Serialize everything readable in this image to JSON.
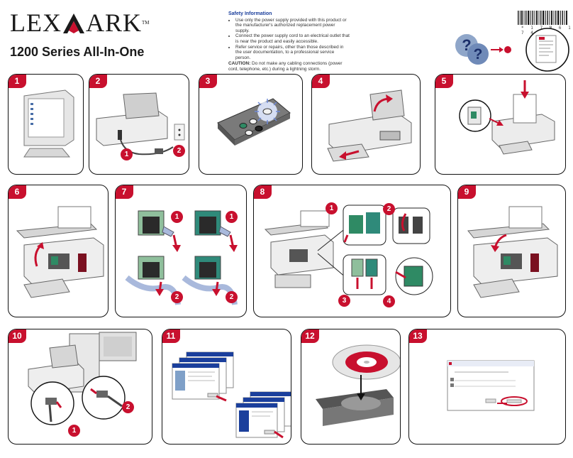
{
  "header": {
    "brand": "LEXMARK",
    "brand_prefix": "LEX",
    "brand_suffix": "ARK",
    "trademark": "TM",
    "subtitle": "1200 Series All-In-One"
  },
  "safety": {
    "title": "Safety Information",
    "items": [
      "Use only the power supply provided with this product or the manufacturer's authorized replacement power supply.",
      "Connect the power supply cord to an electrical outlet that is near the product and easily accessible.",
      "Refer service or repairs, other than those described in the user documentation, to a professional service person."
    ],
    "caution_label": "CAUTION:",
    "caution_text": "Do not make any cabling connections (power cord, telephone, etc.) during a lightning storm."
  },
  "barcode": {
    "number": "* 1 7 N 6 1 7 4 *"
  },
  "steps": [
    {
      "badge": "1"
    },
    {
      "badge": "2"
    },
    {
      "badge": "3"
    },
    {
      "badge": "4"
    },
    {
      "badge": "5"
    },
    {
      "badge": "6"
    },
    {
      "badge": "7"
    },
    {
      "badge": "8"
    },
    {
      "badge": "9"
    },
    {
      "badge": "10"
    },
    {
      "badge": "11"
    },
    {
      "badge": "12"
    },
    {
      "badge": "13"
    }
  ],
  "substeps": {
    "one": "1",
    "two": "2",
    "three": "3",
    "four": "4"
  },
  "colors": {
    "accent": "#c8102e",
    "title_blue": "#1b3f9c"
  }
}
